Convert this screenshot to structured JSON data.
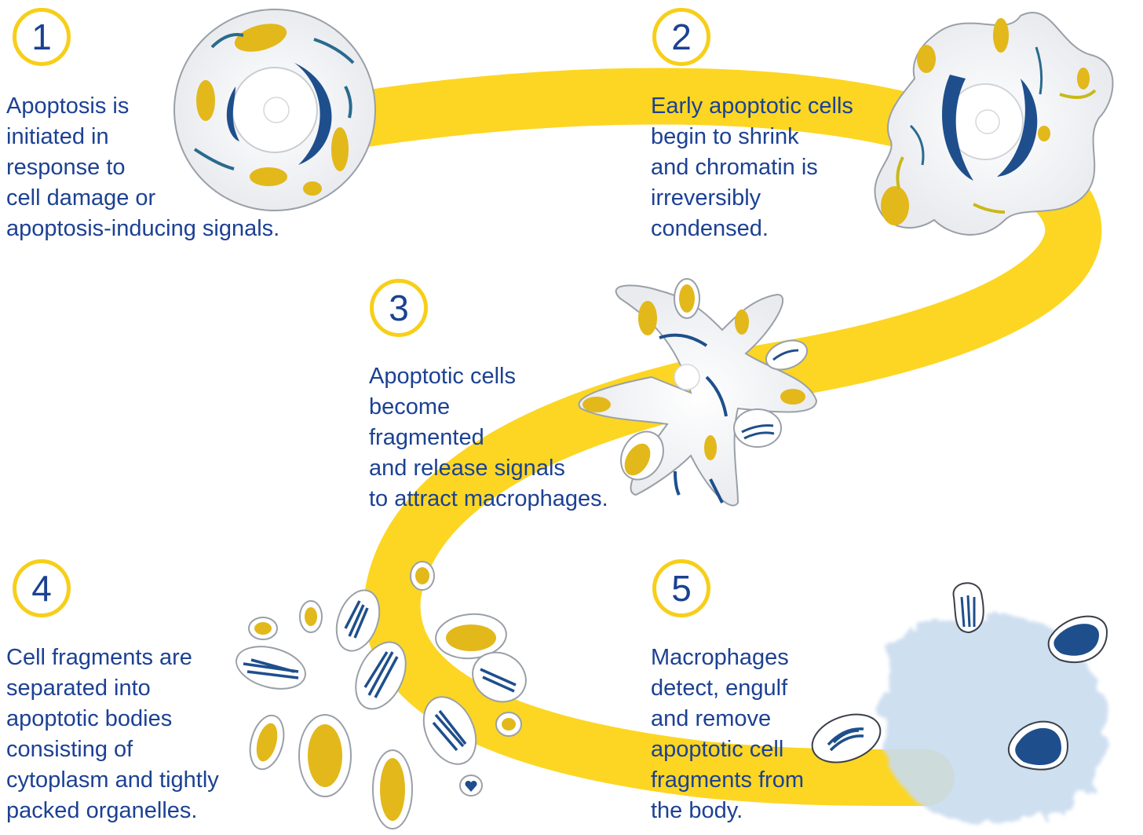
{
  "colors": {
    "ribbon": "#fcd623",
    "number_ring": "#f7cf18",
    "text": "#1c4193",
    "organelle_yellow": "#e2b81b",
    "chromatin_blue": "#1e4f8c",
    "macrophage": "#c9dcef"
  },
  "steps": [
    {
      "number": "1",
      "lines": [
        "Apoptosis is",
        "initiated in",
        "response to",
        "cell damage or",
        "apoptosis-inducing signals."
      ]
    },
    {
      "number": "2",
      "lines": [
        "Early apoptotic cells",
        "begin to shrink",
        "and chromatin is",
        "irreversibly",
        "condensed."
      ]
    },
    {
      "number": "3",
      "lines": [
        "Apoptotic cells",
        "become",
        "fragmented",
        "and release signals",
        "to attract macrophages."
      ]
    },
    {
      "number": "4",
      "lines": [
        "Cell fragments are",
        "separated into",
        "apoptotic bodies",
        "consisting of",
        "cytoplasm and tightly",
        "packed organelles."
      ]
    },
    {
      "number": "5",
      "lines": [
        "Macrophages",
        "detect, engulf",
        "and remove",
        "apoptotic cell",
        "fragments from",
        "the body."
      ]
    }
  ]
}
